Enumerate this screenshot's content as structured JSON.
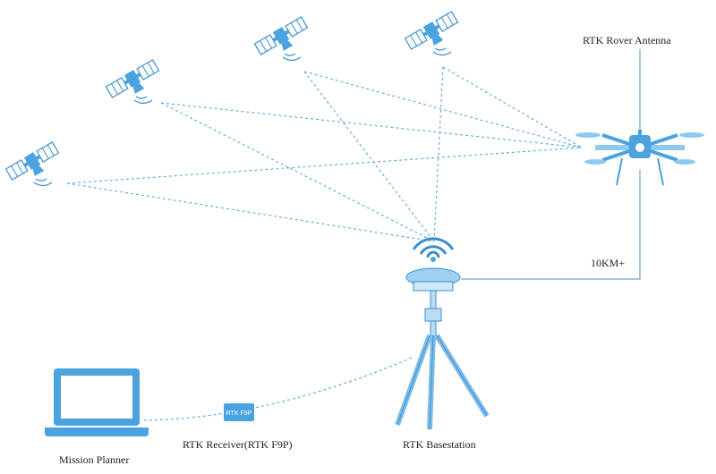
{
  "labels": {
    "rover": "RTK Rover Antenna",
    "range": "10KM+",
    "receiver": "RTK Receiver(RTK F9P)",
    "base": "RTK Basestation",
    "planner": "Mission Planner",
    "chip": "RTK F9P"
  },
  "icons": {
    "satellites": [
      "satellite-icon",
      "satellite-icon",
      "satellite-icon",
      "satellite-icon"
    ],
    "drone": "drone-icon",
    "laptop": "laptop-icon",
    "tripod": "tripod-icon",
    "wifi": "wifi-signal-icon"
  },
  "colors": {
    "accent": "#4aa3df",
    "line": "#5aa8dc"
  }
}
